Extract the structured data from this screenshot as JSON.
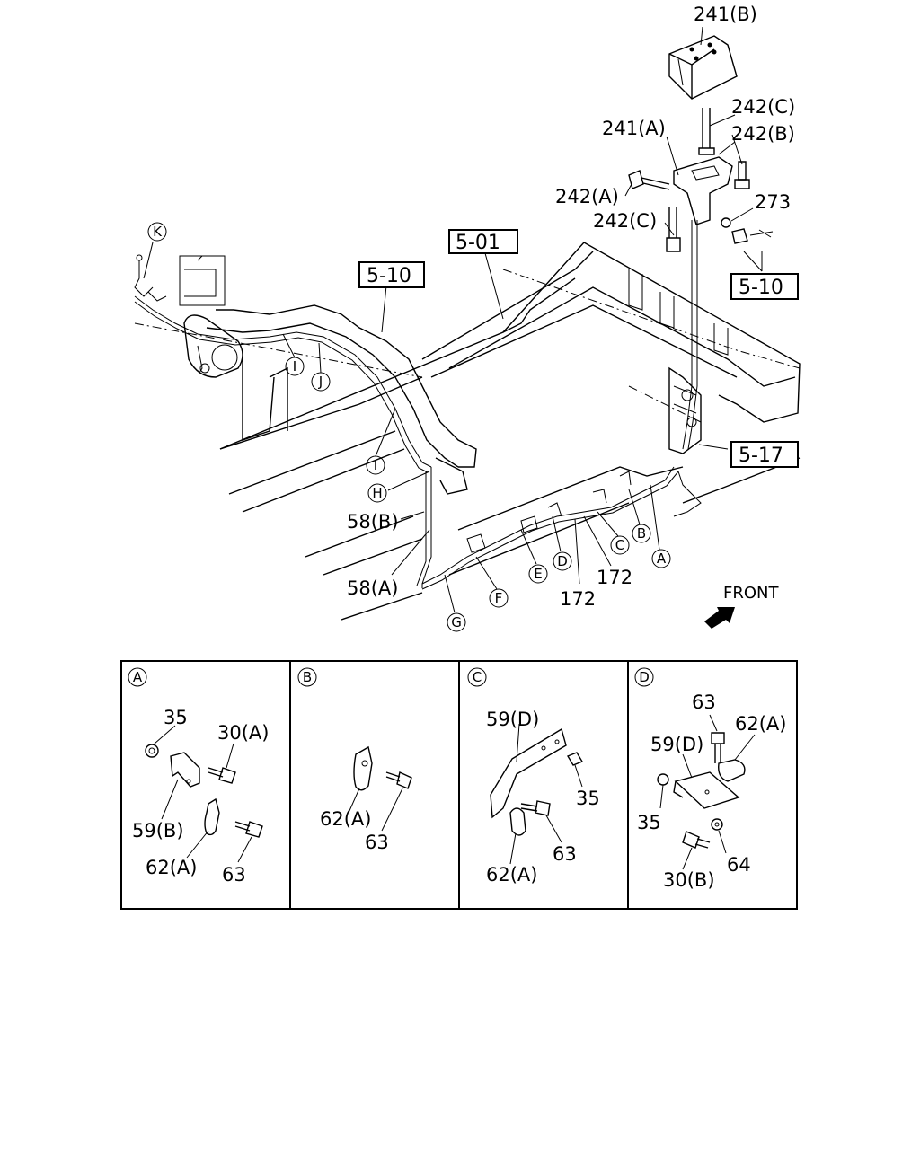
{
  "main": {
    "refs": [
      "5-01",
      "5-10",
      "5-10",
      "5-17"
    ],
    "callouts": {
      "c241b": "241(B)",
      "c242c_top": "242(C)",
      "c242b": "242(B)",
      "c241a": "241(A)",
      "c242a": "242(A)",
      "c242c": "242(C)",
      "c273": "273",
      "c58b": "58(B)",
      "c58a": "58(A)",
      "c172a": "172",
      "c172b": "172"
    },
    "markers": [
      "K",
      "I",
      "J",
      "I",
      "H",
      "G",
      "F",
      "E",
      "D",
      "C",
      "B",
      "A"
    ],
    "front_label": "FRONT"
  },
  "details": [
    {
      "key": "A",
      "labels": [
        "35",
        "30(A)",
        "59(B)",
        "62(A)",
        "63"
      ]
    },
    {
      "key": "B",
      "labels": [
        "62(A)",
        "63"
      ]
    },
    {
      "key": "C",
      "labels": [
        "59(D)",
        "35",
        "63",
        "62(A)"
      ]
    },
    {
      "key": "D",
      "labels": [
        "63",
        "62(A)",
        "59(D)",
        "35",
        "64",
        "30(B)"
      ]
    }
  ]
}
